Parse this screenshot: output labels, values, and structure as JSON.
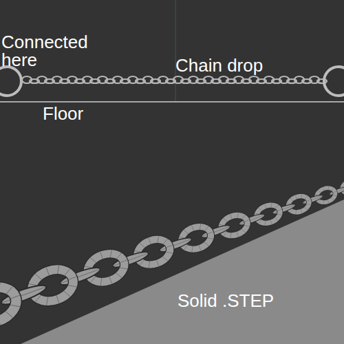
{
  "diagram": {
    "labels": [
      "Connected here",
      "Chain drop",
      "Floor",
      "Solid .STEP"
    ]
  }
}
